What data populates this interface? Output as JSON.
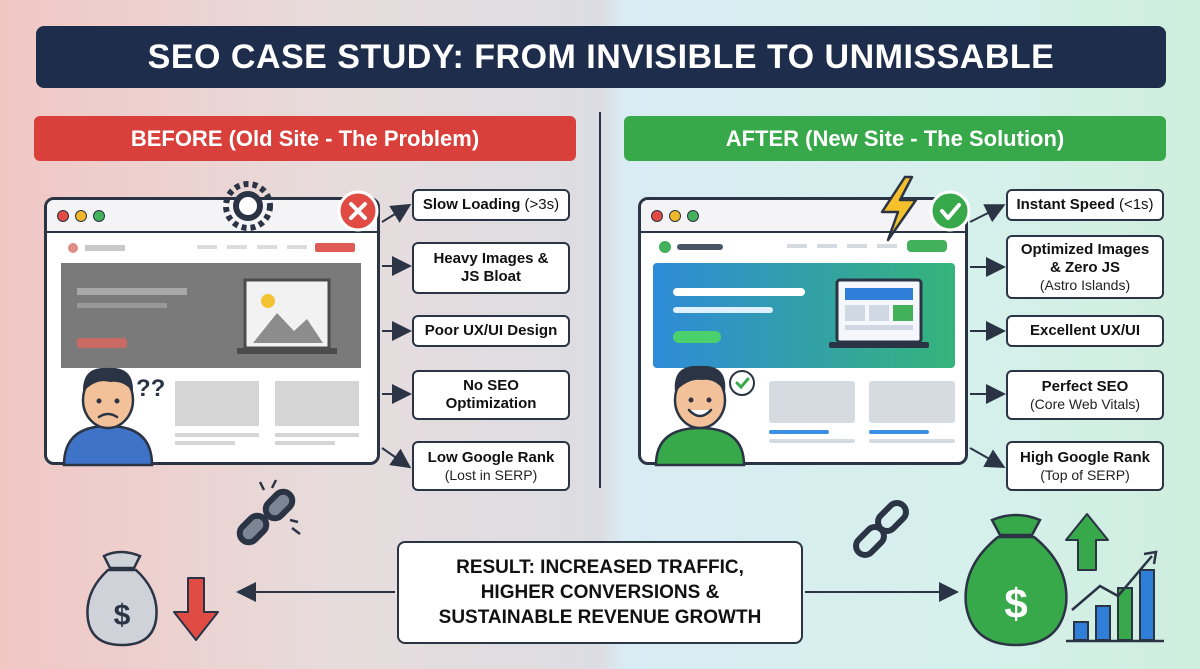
{
  "title": "SEO CASE STUDY: FROM INVISIBLE TO UNMISSABLE",
  "before": {
    "header": "BEFORE (Old Site - The Problem)",
    "items": [
      {
        "main": "Slow Loading",
        "main_thin": " (>3s)",
        "sub": ""
      },
      {
        "main": "Heavy Images &",
        "main2": "JS Bloat",
        "sub": ""
      },
      {
        "main": "Poor UX/UI Design",
        "sub": ""
      },
      {
        "main": "No SEO",
        "main2": "Optimization",
        "sub": ""
      },
      {
        "main": "Low Google Rank",
        "sub": "(Lost in SERP)"
      }
    ],
    "confused_mark": "??"
  },
  "after": {
    "header": "AFTER (New Site - The Solution)",
    "items": [
      {
        "main": "Instant Speed",
        "main_thin": " (<1s)",
        "sub": ""
      },
      {
        "main": "Optimized Images",
        "main2": "& Zero JS",
        "sub": "(Astro Islands)"
      },
      {
        "main": "Excellent UX/UI",
        "sub": ""
      },
      {
        "main": "Perfect SEO",
        "sub": "(Core Web Vitals)"
      },
      {
        "main": "High Google Rank",
        "sub": "(Top of SERP)"
      }
    ]
  },
  "result": {
    "line1": "RESULT: INCREASED TRAFFIC,",
    "line2": "HIGHER CONVERSIONS &",
    "line3": "SUSTAINABLE REVENUE GROWTH"
  },
  "money_symbol": "$",
  "colors": {
    "navy": "#1d2d4b",
    "red": "#d9403b",
    "green": "#38a94a",
    "outline": "#2b3445"
  },
  "icons": [
    "gear-icon",
    "close-icon",
    "lightning-icon",
    "check-icon",
    "broken-chain-icon",
    "chain-icon",
    "money-bag-icon",
    "arrow-down-icon",
    "arrow-up-icon",
    "bar-chart-icon"
  ]
}
